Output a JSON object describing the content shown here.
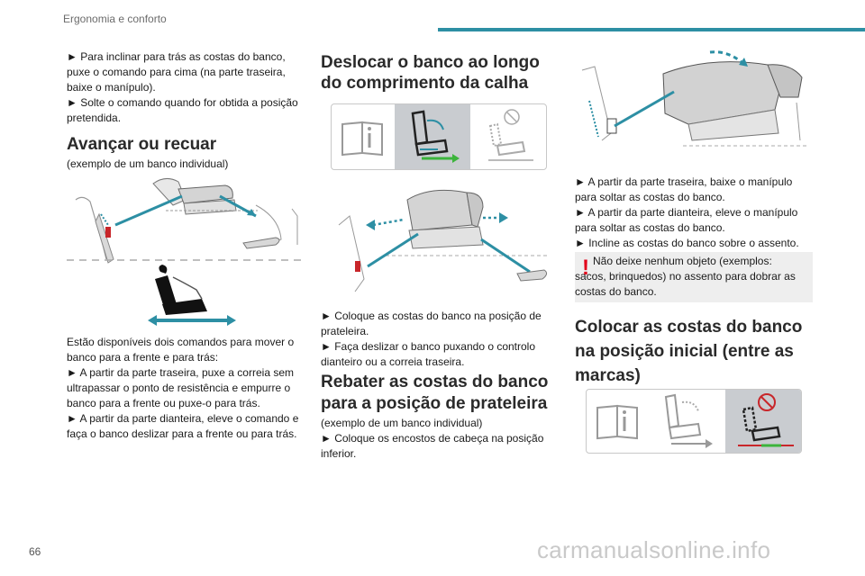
{
  "header": {
    "section_title": "Ergonomia e conforto",
    "accent_color": "#2d8fa4"
  },
  "footer": {
    "page_number": "66",
    "watermark": "carmanualsonline.info"
  },
  "col1": {
    "intro_lines": [
      "► Para inclinar para trás as costas do banco, puxe o comando para cima (na parte traseira, baixe o manípulo).",
      "► Solte o comando quando for obtida a posição pretendida."
    ],
    "heading": "Avançar ou recuar",
    "subtitle": "(exemplo de um banco individual)",
    "body_lines": [
      "Estão disponíveis dois comandos para mover o banco para a frente e para trás:",
      "► A partir da parte traseira, puxe a correia sem ultrapassar o ponto de resistência e empurre o banco para a frente ou puxe-o para trás.",
      "► A partir da parte dianteira, eleve o comando e faça o banco deslizar para a frente ou para trás."
    ]
  },
  "col2": {
    "heading": "Deslocar o banco ao longo do comprimento da calha",
    "steps": [
      "► Coloque as costas do banco na posição de prateleira.",
      "► Faça deslizar o banco puxando o controlo dianteiro ou a correia traseira."
    ],
    "heading2": "Rebater as costas do banco para a posição de prateleira",
    "subtitle2": "(exemplo de um banco individual)",
    "step2": "► Coloque os encostos de cabeça na posição inferior."
  },
  "col3": {
    "steps": [
      "► A partir da parte traseira, baixe o manípulo para soltar as costas do banco.",
      "► A partir da parte dianteira, eleve o manípulo para soltar as costas do banco.",
      "► Incline as costas do banco sobre o assento."
    ],
    "warning_text": "Não deixe nenhum objeto (exemplos: sacos, brinquedos) no assento para dobrar as costas do banco.",
    "warning_mark": "!",
    "heading": "Colocar as costas do banco na posição inicial (entre as marcas)"
  },
  "colors": {
    "arrow_teal": "#2d8fa4",
    "arrow_green": "#3cb43c",
    "warning_red": "#e2001a",
    "control_red": "#c8262a"
  },
  "icons": [
    "manual-book-icon",
    "seat-fold-forward-icon",
    "seat-return-prohibited-icon"
  ]
}
